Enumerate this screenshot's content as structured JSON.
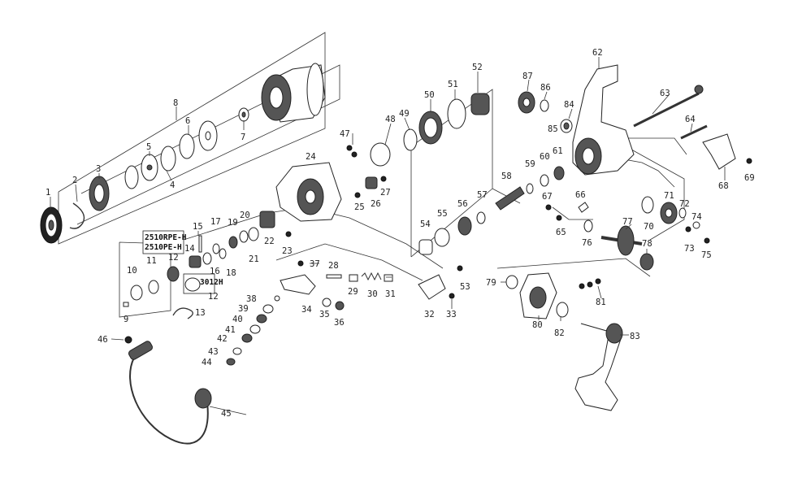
{
  "diagram": {
    "labels": [
      "1",
      "2",
      "3",
      "4",
      "5",
      "6",
      "7",
      "8",
      "9",
      "10",
      "11",
      "12",
      "12",
      "13",
      "14",
      "15",
      "16",
      "17",
      "18",
      "19",
      "20",
      "21",
      "22",
      "23",
      "24",
      "25",
      "26",
      "27",
      "28",
      "29",
      "30",
      "31",
      "32",
      "33",
      "34",
      "35",
      "36",
      "37",
      "38",
      "39",
      "40",
      "41",
      "42",
      "43",
      "44",
      "45",
      "46",
      "47",
      "48",
      "49",
      "50",
      "51",
      "52",
      "53",
      "54",
      "55",
      "56",
      "57",
      "58",
      "59",
      "60",
      "61",
      "62",
      "63",
      "64",
      "65",
      "66",
      "67",
      "68",
      "69",
      "70",
      "71",
      "72",
      "73",
      "74",
      "75",
      "76",
      "77",
      "78",
      "79",
      "80",
      "81",
      "82",
      "83",
      "84",
      "85",
      "86",
      "87"
    ],
    "notes": {
      "model_a": "2510RPE-H",
      "model_b": "2510PE-H",
      "model_c": "3012H"
    }
  }
}
